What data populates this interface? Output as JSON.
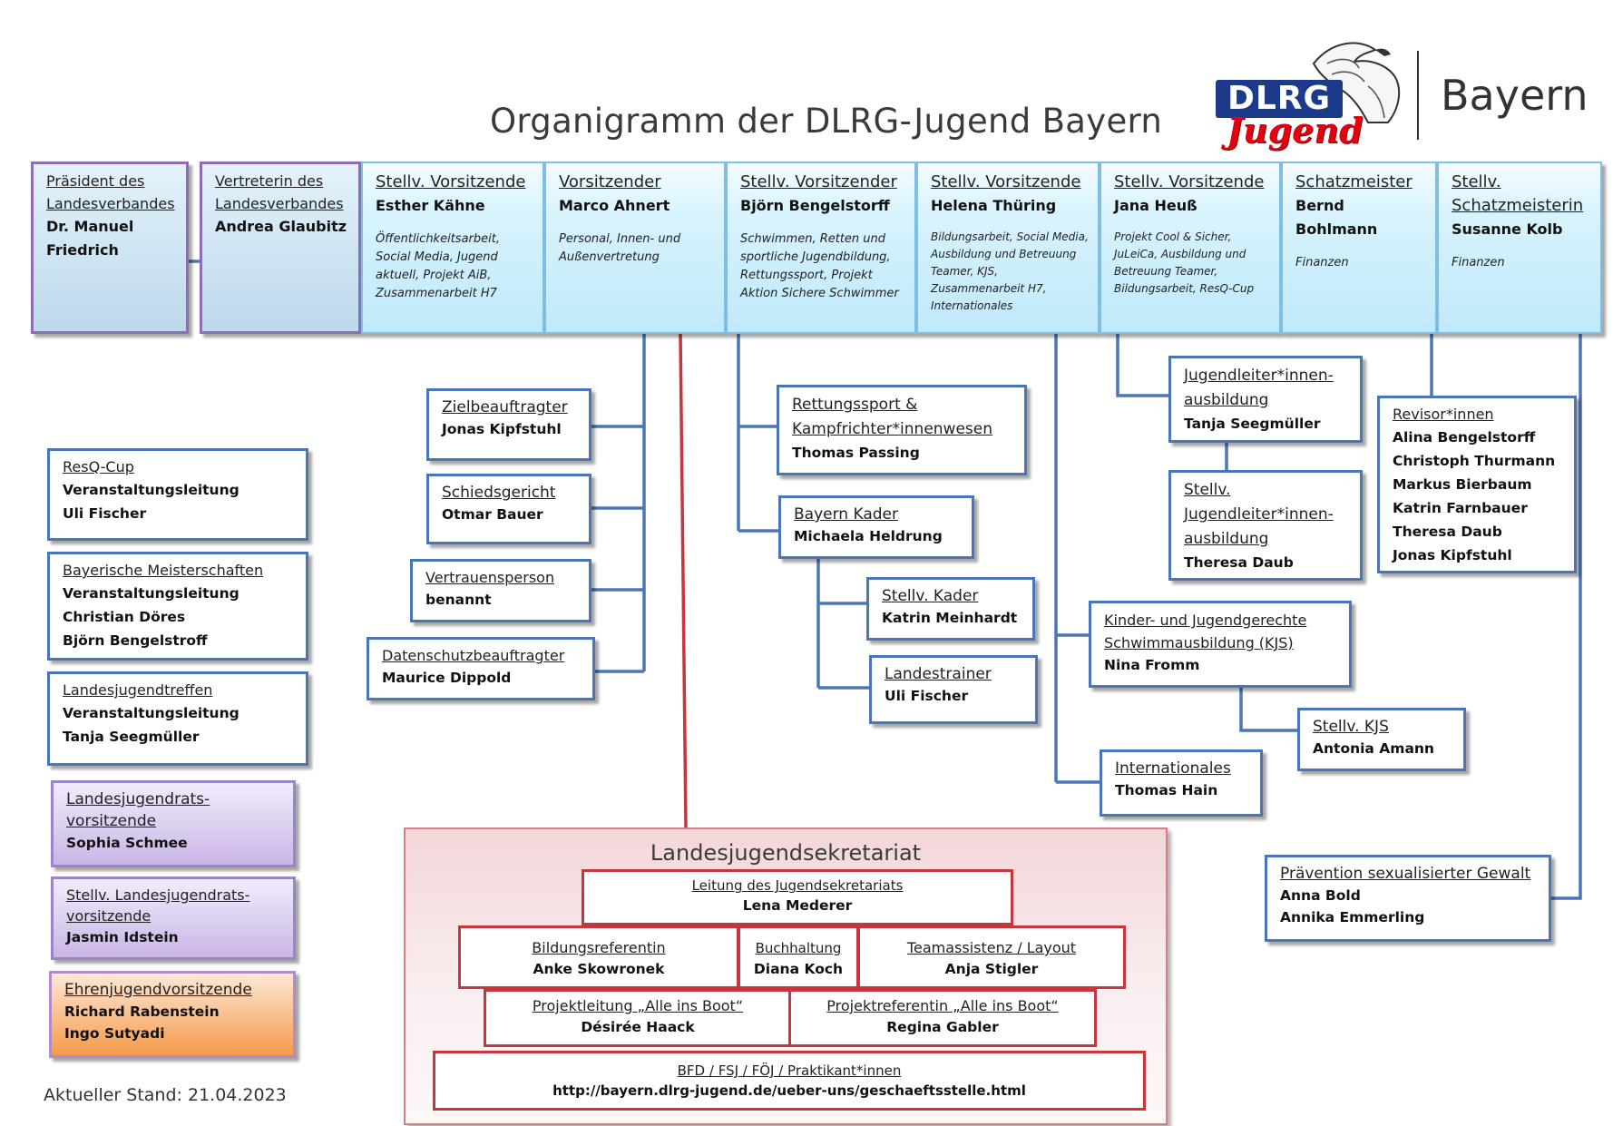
{
  "title": "Organigramm der DLRG-Jugend Bayern",
  "logo": {
    "line1": "DLRG",
    "line2": "Jugend",
    "region": "Bayern"
  },
  "stand": "Aktueller Stand: 21.04.2023",
  "colors": {
    "line_blue": "#4a76b7",
    "line_red": "#c8363d",
    "top_fill": "#bfe9fb",
    "logo_blue": "#1b3a8a",
    "logo_red": "#e3000f"
  },
  "top_row": [
    {
      "title": "Präsident des Landesverbandes",
      "name": "Dr. Manuel\nFriedrich",
      "desc": ""
    },
    {
      "title": "Vertreterin des Landesverbandes",
      "name": "Andrea Glaubitz",
      "desc": ""
    },
    {
      "title": "Stellv. Vorsitzende",
      "name": "Esther Kähne",
      "desc": "Öffentlichkeitsarbeit, Social Media, Jugend aktuell, Projekt AiB, Zusammenarbeit H7"
    },
    {
      "title": "Vorsitzender",
      "name": "Marco Ahnert",
      "desc": "Personal, Innen- und Außenvertretung"
    },
    {
      "title": "Stellv. Vorsitzender",
      "name": "Björn Bengelstorff",
      "desc": "Schwimmen, Retten und sportliche Jugendbildung, Rettungssport, Projekt Aktion Sichere Schwimmer"
    },
    {
      "title": "Stellv. Vorsitzende",
      "name": "Helena Thüring",
      "desc": "Bildungsarbeit, Social Media, Ausbildung und Betreuung Teamer, KJS, Zusammenarbeit H7, Internationales"
    },
    {
      "title": "Stellv. Vorsitzende",
      "name": "Jana Heuß",
      "desc": "Projekt Cool & Sicher, JuLeiCa, Ausbildung und Betreuung Teamer, Bildungsarbeit, ResQ-Cup"
    },
    {
      "title": "Schatzmeister",
      "name": "Bernd\nBohlmann",
      "desc": "Finanzen"
    },
    {
      "title": "Stellv. Schatzmeisterin",
      "name": "Susanne Kolb",
      "desc": "Finanzen"
    }
  ],
  "left_col": [
    {
      "title": "ResQ-Cup",
      "name": "Veranstaltungsleitung\nUli Fischer"
    },
    {
      "title": "Bayerische Meisterschaften",
      "name": "Veranstaltungsleitung\nChristian Döres\nBjörn Bengelstroff"
    },
    {
      "title": "Landesjugendtreffen",
      "name": "Veranstaltungsleitung\nTanja Seegmüller"
    },
    {
      "title": "Landesjugendrats-vorsitzende",
      "name": "Sophia Schmee"
    },
    {
      "title": "Stellv. Landesjugendrats-vorsitzende",
      "name": "Jasmin Idstein"
    },
    {
      "title": "Ehrenjugendvorsitzende",
      "name": "Richard Rabenstein\nIngo Sutyadi"
    }
  ],
  "chair_sub": [
    {
      "title": "Zielbeauftragter",
      "name": "Jonas Kipfstuhl"
    },
    {
      "title": "Schiedsgericht",
      "name": "Otmar Bauer"
    },
    {
      "title": "Vertrauensperson",
      "name": "benannt"
    },
    {
      "title": "Datenschutzbeauftragter",
      "name": "Maurice Dippold"
    }
  ],
  "bjoern_sub": [
    {
      "title": "Rettungssport & Kampfrichter*innenwesen",
      "name": "Thomas Passing"
    },
    {
      "title": "Bayern Kader",
      "name": "Michaela Heldrung"
    },
    {
      "title": "Stellv. Kader",
      "name": "Katrin Meinhardt"
    },
    {
      "title": "Landestrainer",
      "name": "Uli Fischer"
    }
  ],
  "helena_sub": [
    {
      "title": "Kinder- und Jugendgerechte Schwimmausbildung (KJS)",
      "name": "Nina Fromm"
    },
    {
      "title": "Stellv. KJS",
      "name": "Antonia Amann"
    },
    {
      "title": "Internationales",
      "name": "Thomas Hain"
    }
  ],
  "jana_sub": [
    {
      "title": "Jugendleiter*innen-ausbildung",
      "name": "Tanja Seegmüller"
    },
    {
      "title": "Stellv. Jugendleiter*innen-ausbildung",
      "name": "Theresa Daub"
    }
  ],
  "kolb_sub": [
    {
      "title": "Revisor*innen",
      "name": "Alina Bengelstorff\nChristoph Thurmann\nMarkus Bierbaum\nKatrin Farnbauer\nTheresa Daub\nJonas Kipfstuhl"
    },
    {
      "title": "Prävention sexualisierter Gewalt",
      "name": "Anna Bold\nAnnika Emmerling"
    }
  ],
  "secretariat": {
    "title": "Landesjugendsekretariat",
    "items": [
      {
        "title": "Leitung des Jugendsekretariats",
        "name": "Lena Mederer"
      },
      {
        "title": "Bildungsreferentin",
        "name": "Anke Skowronek"
      },
      {
        "title": "Buchhaltung",
        "name": "Diana Koch"
      },
      {
        "title": "Teamassistenz / Layout",
        "name": "Anja Stigler"
      },
      {
        "title": "Projektleitung „Alle ins Boot“",
        "name": "Désirée Haack"
      },
      {
        "title": "Projektreferentin „Alle ins Boot“",
        "name": "Regina Gabler"
      },
      {
        "title": "BFD / FSJ / FÖJ / Praktikant*innen",
        "name": "http://bayern.dlrg-jugend.de/ueber-uns/geschaeftsstelle.html"
      }
    ]
  }
}
